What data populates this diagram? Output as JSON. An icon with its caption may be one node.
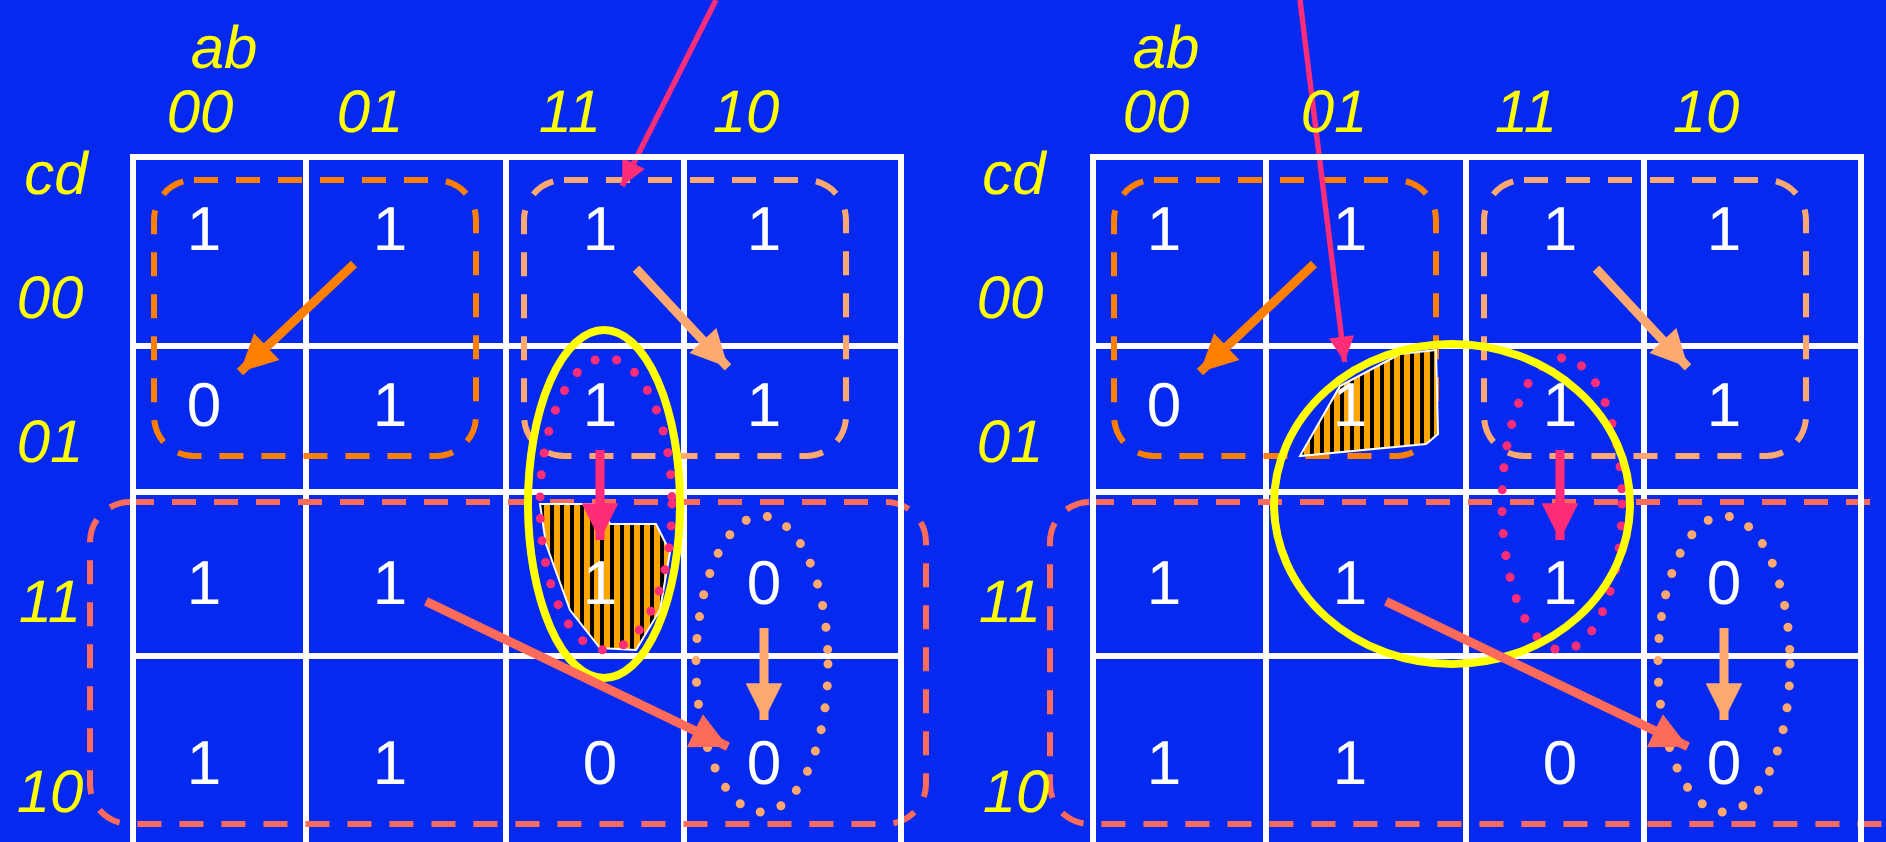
{
  "diagram": {
    "nodes": [
      {
        "text": [],
        "shape": "box"
      },
      {
        "text": [
          "1"
        ],
        "in": 0
      },
      {
        "text": [
          "1"
        ],
        "in": 0
      },
      {
        "text": [
          "1"
        ],
        "in": 0
      },
      {
        "text": [
          "1"
        ],
        "in": 0
      },
      {
        "text": [
          "0"
        ],
        "in": 0
      },
      {
        "text": [
          "1"
        ],
        "in": 0
      },
      {
        "text": [
          "1"
        ],
        "in": 0
      },
      {
        "text": [
          "1"
        ],
        "in": 0
      },
      {
        "text": [
          "1"
        ],
        "in": 0
      },
      {
        "text": [
          "1"
        ],
        "in": 0
      },
      {
        "text": [
          "1"
        ],
        "in": 0
      },
      {
        "text": [
          "0"
        ],
        "in": 0
      },
      {
        "text": [
          "1"
        ],
        "in": 0
      },
      {
        "text": [
          "1"
        ],
        "in": 0
      },
      {
        "text": [
          "0"
        ],
        "in": 0
      },
      {
        "text": [
          "0"
        ],
        "in": 0
      },
      {
        "text": [],
        "shape": "box"
      },
      {
        "text": [
          "1"
        ],
        "in": 17
      },
      {
        "text": [
          "1"
        ],
        "in": 17
      },
      {
        "text": [
          "1"
        ],
        "in": 17
      },
      {
        "text": [
          "1"
        ],
        "in": 17
      },
      {
        "text": [
          "0"
        ],
        "in": 17
      },
      {
        "text": [
          "1"
        ],
        "in": 17
      },
      {
        "text": [
          "1"
        ],
        "in": 17
      },
      {
        "text": [
          "1"
        ],
        "in": 17
      },
      {
        "text": [
          "1"
        ],
        "in": 17
      },
      {
        "text": [
          "1"
        ],
        "in": 17
      },
      {
        "text": [
          "1"
        ],
        "in": 17
      },
      {
        "text": [
          "0"
        ],
        "in": 17
      },
      {
        "text": [
          "1"
        ],
        "in": 17
      },
      {
        "text": [
          "1"
        ],
        "in": 17
      },
      {
        "text": [
          "0"
        ],
        "in": 17
      },
      {
        "text": [
          "0"
        ],
        "in": 17
      }
    ],
    "edges": [
      {
        "from": 2,
        "to": 5,
        "arrow": "to",
        "color": "#ff7f00"
      },
      {
        "from": 3,
        "to": 8,
        "arrow": "to",
        "color": "#ffa970"
      },
      {
        "from": null,
        "to": 3,
        "arrow": "to",
        "color": "#ff2d78"
      },
      {
        "from": 7,
        "to": 11,
        "arrow": "to",
        "color": "#ff2d78"
      },
      {
        "from": 10,
        "to": 16,
        "arrow": "to",
        "color": "#ff6b5b"
      },
      {
        "from": 12,
        "to": 16,
        "arrow": "to",
        "color": "#ffa970"
      },
      {
        "from": 19,
        "to": 22,
        "arrow": "to",
        "color": "#ff7f00"
      },
      {
        "from": 20,
        "to": 25,
        "arrow": "to",
        "color": "#ffa970"
      },
      {
        "from": null,
        "to": 23,
        "arrow": "to",
        "color": "#ff2d78"
      },
      {
        "from": 24,
        "to": 28,
        "arrow": "to",
        "color": "#ff2d78"
      },
      {
        "from": 27,
        "to": 33,
        "arrow": "to",
        "color": "#ff6b5b"
      },
      {
        "from": 29,
        "to": 33,
        "arrow": "to",
        "color": "#ffa970"
      }
    ],
    "labels": [
      "ab",
      "00",
      "01",
      "11",
      "10",
      "cd",
      "00",
      "01",
      "11",
      "10",
      "ab",
      "00",
      "01",
      "11",
      "10",
      "cd",
      "00",
      "01",
      "11",
      "10"
    ]
  }
}
